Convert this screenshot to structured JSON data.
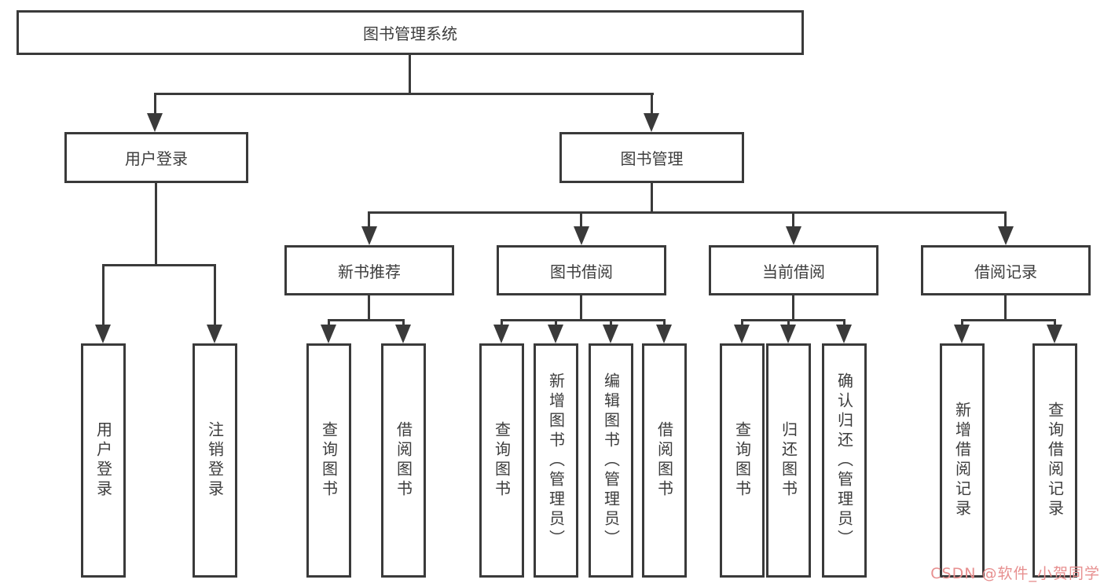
{
  "diagram": {
    "root": {
      "label": "图书管理系统"
    },
    "level1": [
      {
        "label": "用户登录"
      },
      {
        "label": "图书管理"
      }
    ],
    "level2": [
      {
        "label": "新书推荐"
      },
      {
        "label": "图书借阅"
      },
      {
        "label": "当前借阅"
      },
      {
        "label": "借阅记录"
      }
    ],
    "leaves": {
      "user": [
        {
          "label": "用户登录"
        },
        {
          "label": "注销登录"
        }
      ],
      "recommend": [
        {
          "label": "查询图书"
        },
        {
          "label": "借阅图书"
        }
      ],
      "borrow": [
        {
          "label": "查询图书"
        },
        {
          "label": "新增图书（管理员）"
        },
        {
          "label": "编辑图书（管理员）"
        },
        {
          "label": "借阅图书"
        }
      ],
      "current": [
        {
          "label": "查询图书"
        },
        {
          "label": "归还图书"
        },
        {
          "label": "确认归还（管理员）"
        }
      ],
      "records": [
        {
          "label": "新增借阅记录"
        },
        {
          "label": "查询借阅记录"
        }
      ]
    }
  },
  "watermark": {
    "text": "CSDN @软件_小贺同学"
  },
  "colors": {
    "line": "#3a3a3a",
    "box_border": "#3a3a3a",
    "box_fill": "#ffffff",
    "text": "#3d3d3d",
    "watermark": "#e78f8f"
  }
}
